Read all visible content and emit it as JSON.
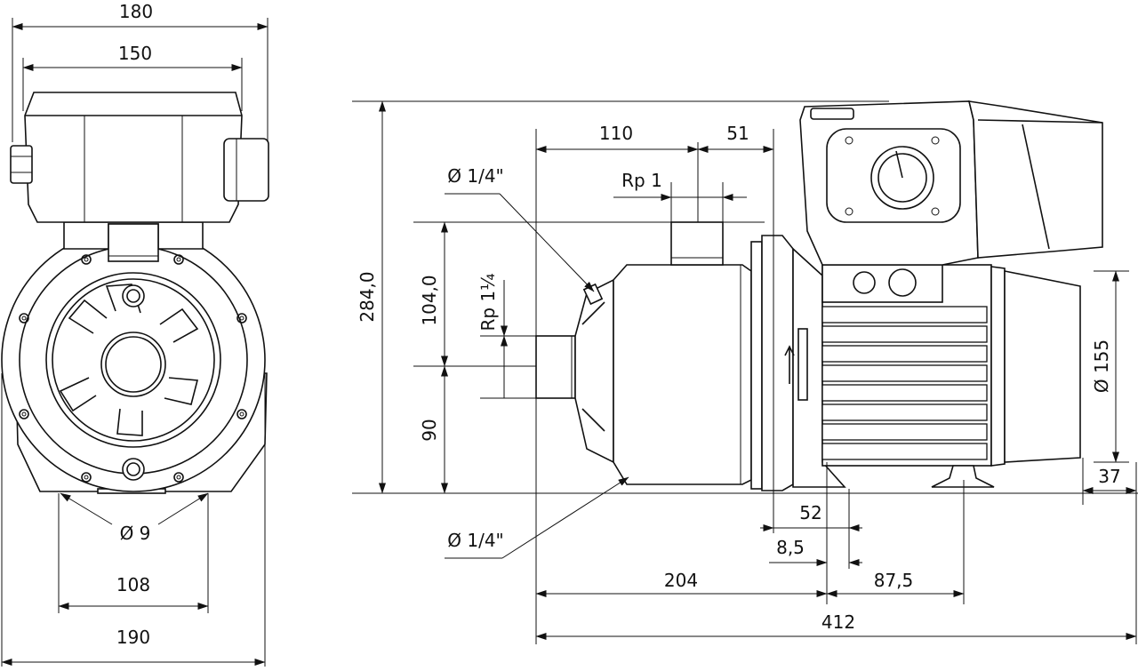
{
  "front_view": {
    "width_overall": "180",
    "width_motor": "150",
    "hole_dia": "Ø 9",
    "foot_spacing": "108",
    "base_width": "190"
  },
  "side_view": {
    "height_overall": "284,0",
    "height_outlet": "104,0",
    "height_inlet": "90",
    "inlet_thread": "Rp 1¼",
    "vent_top": "Ø 1/4\"",
    "vent_bottom": "Ø 1/4\"",
    "outlet_offset": "110",
    "outlet_to_flange": "51",
    "outlet_thread": "Rp 1",
    "motor_dia": "Ø 155",
    "motor_end": "37",
    "foot_offset": "52",
    "foot_thickness": "8,5",
    "inlet_to_foot": "204",
    "foot_to_foot": "87,5",
    "length_overall": "412"
  }
}
